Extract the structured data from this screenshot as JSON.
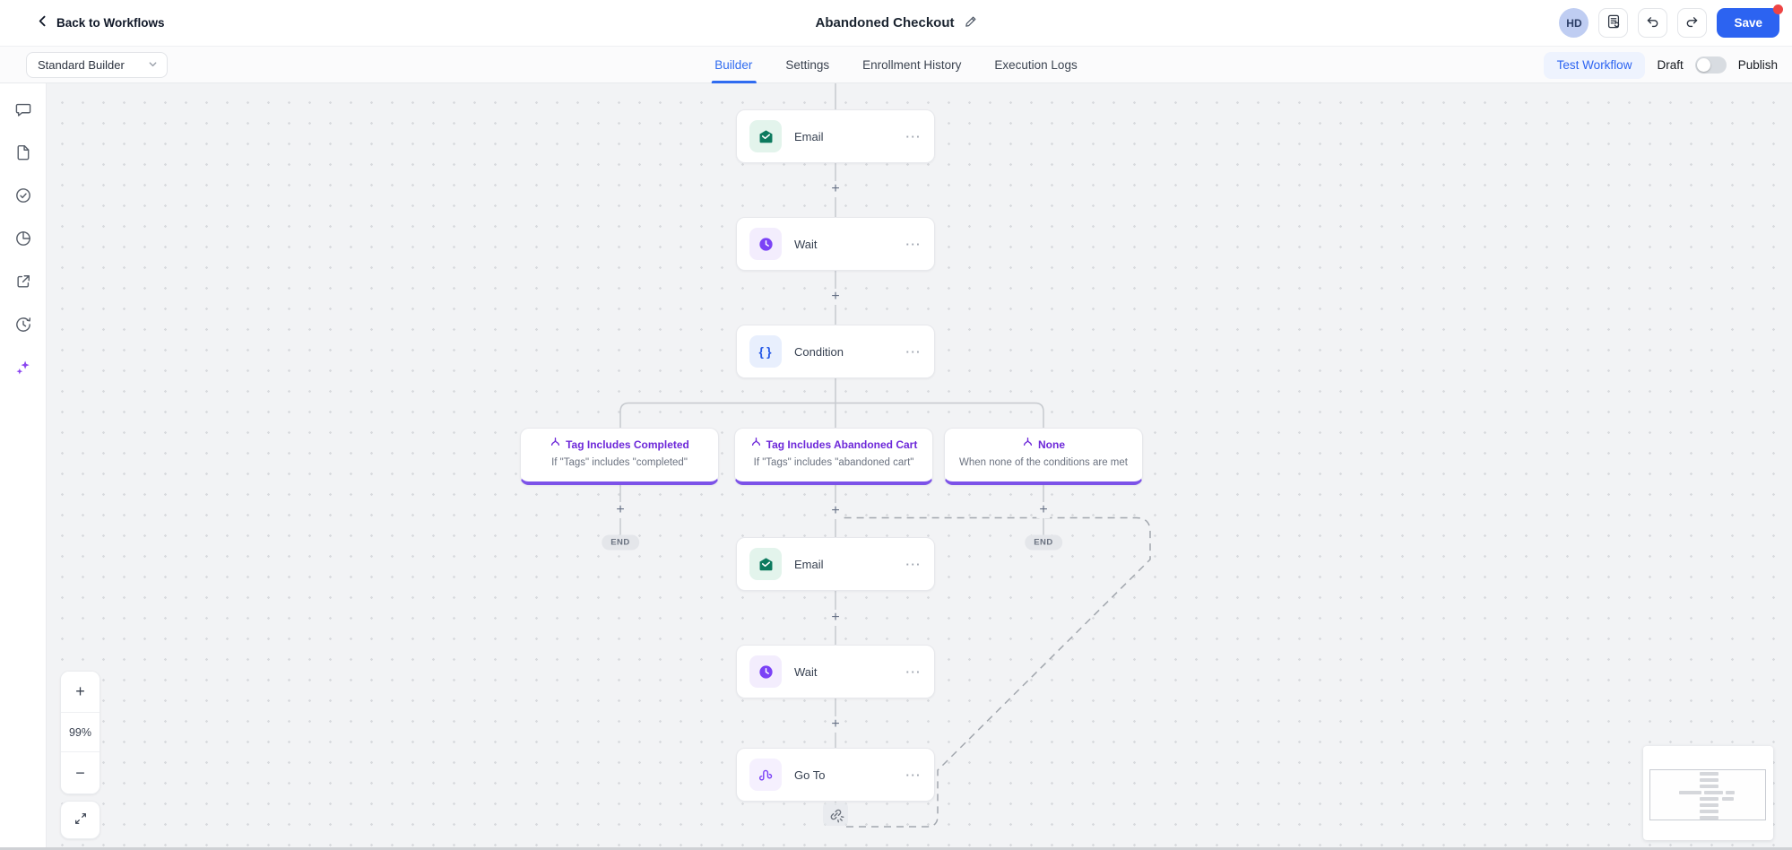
{
  "header": {
    "back_label": "Back to Workflows",
    "title": "Abandoned Checkout",
    "avatar_initials": "HD",
    "save_label": "Save"
  },
  "toolbar": {
    "builder_mode": "Standard Builder",
    "tabs": [
      {
        "label": "Builder",
        "active": true
      },
      {
        "label": "Settings",
        "active": false
      },
      {
        "label": "Enrollment History",
        "active": false
      },
      {
        "label": "Execution Logs",
        "active": false
      }
    ],
    "test_workflow_label": "Test Workflow",
    "draft_label": "Draft",
    "publish_label": "Publish",
    "publish_state": "draft"
  },
  "sidebar": {
    "icons": [
      "comment",
      "document",
      "check-tasks",
      "pie-stats",
      "external-link",
      "history",
      "ai-sparkles"
    ]
  },
  "canvas": {
    "zoom_level": "99%",
    "end_label": "END",
    "nodes": [
      {
        "label": "Email",
        "type": "email"
      },
      {
        "label": "Wait",
        "type": "wait"
      },
      {
        "label": "Condition",
        "type": "condition"
      },
      {
        "label": "Email",
        "type": "email"
      },
      {
        "label": "Wait",
        "type": "wait"
      },
      {
        "label": "Go To",
        "type": "goto"
      }
    ],
    "branches": [
      {
        "title": "Tag Includes Completed",
        "subtitle": "If \"Tags\" includes \"completed\""
      },
      {
        "title": "Tag Includes Abandoned Cart",
        "subtitle": "If \"Tags\" includes \"abandoned cart\""
      },
      {
        "title": "None",
        "subtitle": "When none of the conditions are met"
      }
    ]
  },
  "colors": {
    "accent_blue": "#2c63f1",
    "branch_purple": "#6d28d9",
    "email_green": "#0c7a5e",
    "wait_purple": "#7b42f6",
    "save_badge_red": "#ee4444"
  }
}
